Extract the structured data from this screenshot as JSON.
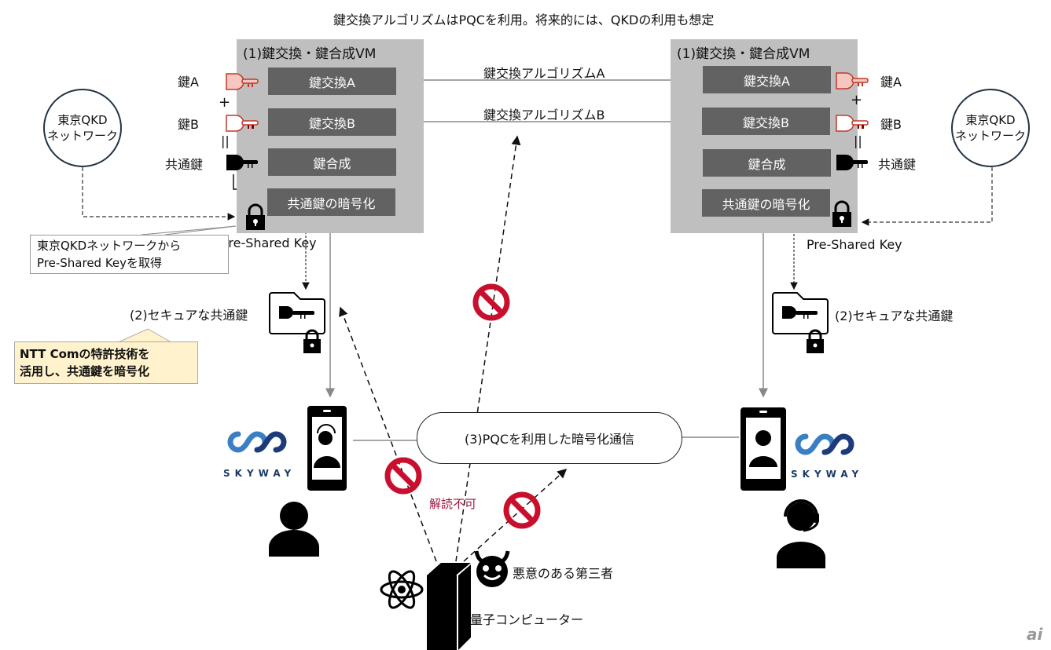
{
  "header": {
    "title": "鍵交換アルゴリズムはPQCを利用。将来的には、QKDの利用も想定"
  },
  "left_vm": {
    "title": "(1)鍵交換・鍵合成VM",
    "ops": [
      "鍵交換A",
      "鍵交換B",
      "鍵合成",
      "共通鍵の暗号化"
    ],
    "key_labels": {
      "key_a": "鍵A",
      "key_b": "鍵B",
      "common_key": "共通鍵"
    },
    "plus": "+",
    "equals": "||",
    "psk_label": "Pre-Shared Key"
  },
  "right_vm": {
    "title": "(1)鍵交換・鍵合成VM",
    "ops": [
      "鍵交換A",
      "鍵交換B",
      "鍵合成",
      "共通鍵の暗号化"
    ],
    "key_labels": {
      "key_a": "鍵A",
      "key_b": "鍵B",
      "common_key": "共通鍵"
    },
    "plus": "+",
    "equals": "||",
    "psk_label": "Pre-Shared Key"
  },
  "algorithms": {
    "a": "鍵交換アルゴリズムA",
    "b": "鍵交換アルゴリズムB"
  },
  "qkd_network": {
    "line1": "東京QKD",
    "line2": "ネットワーク"
  },
  "callout": {
    "line1": "東京QKDネットワークから",
    "line2": "Pre-Shared Keyを取得"
  },
  "secure_key": {
    "label": "(2)セキュアな共通鍵"
  },
  "patent_note": {
    "line1": "NTT Comの特許技術を",
    "line2": "活用し、共通鍵を暗号化"
  },
  "channel": {
    "label": "(3)PQCを利用した暗号化通信"
  },
  "brand": {
    "name": "SKYWAY",
    "colors": {
      "light": "#3a7fc4",
      "dark": "#1d3b7a"
    }
  },
  "attacker": {
    "undecryptable": "解読不可",
    "malicious_label": "悪意のある第三者",
    "quantum_label": "量子コンピューター"
  },
  "colors": {
    "vm_bg": "#bfbfbf",
    "op_bg": "#626262",
    "key_red": "#c0392b",
    "key_pink": "#f6c6c0",
    "prohibit": "#c8102e",
    "note_bg": "#fff2cc"
  },
  "watermark": "ai"
}
